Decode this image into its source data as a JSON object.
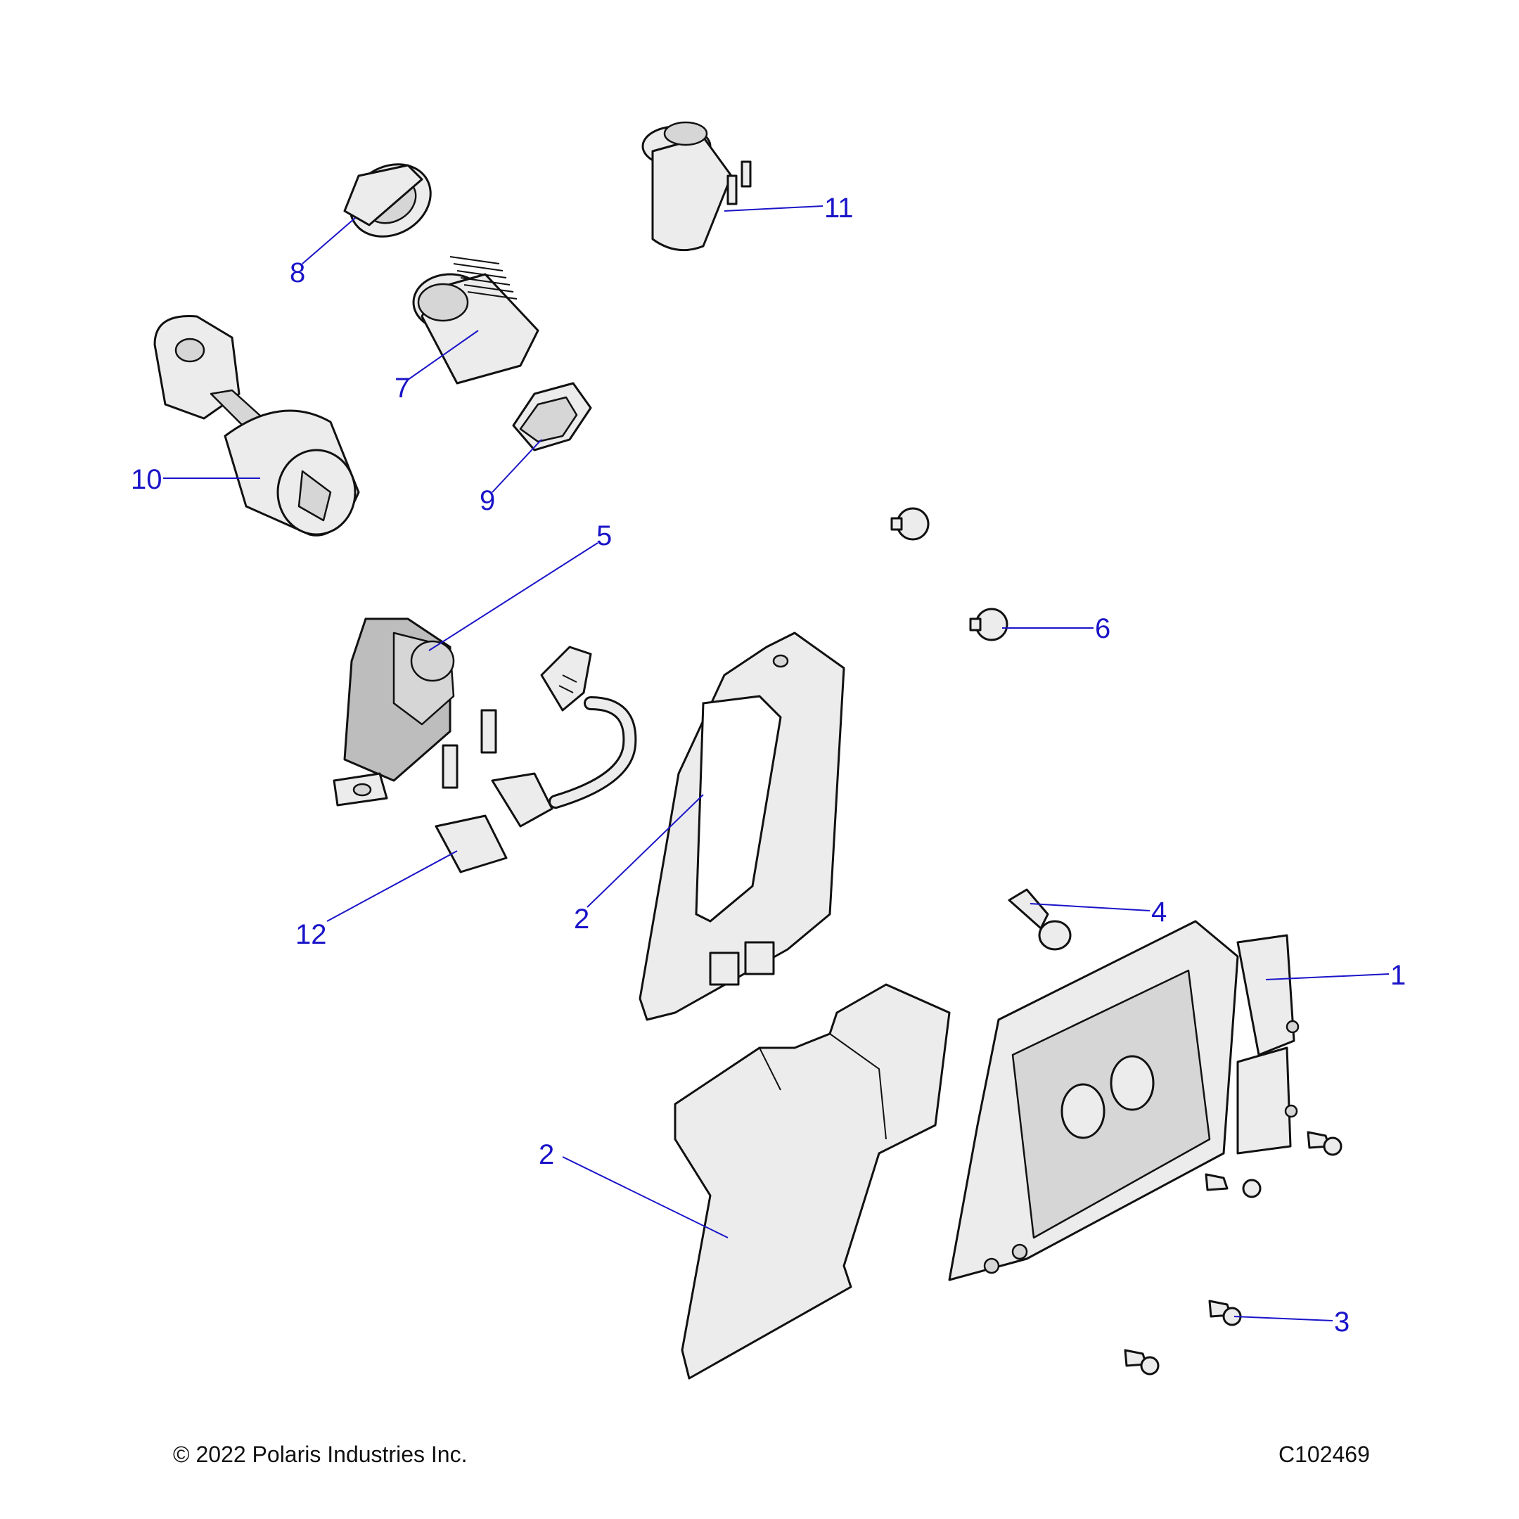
{
  "callouts": [
    "1",
    "2",
    "2",
    "3",
    "4",
    "5",
    "6",
    "7",
    "8",
    "9",
    "10",
    "11",
    "12"
  ],
  "footer": {
    "copyright": "© 2022 Polaris Industries Inc.",
    "figure_id": "C102469"
  },
  "colors": {
    "callout": "#1a14c8",
    "part_fill": "#ececec",
    "outline": "#111111"
  }
}
